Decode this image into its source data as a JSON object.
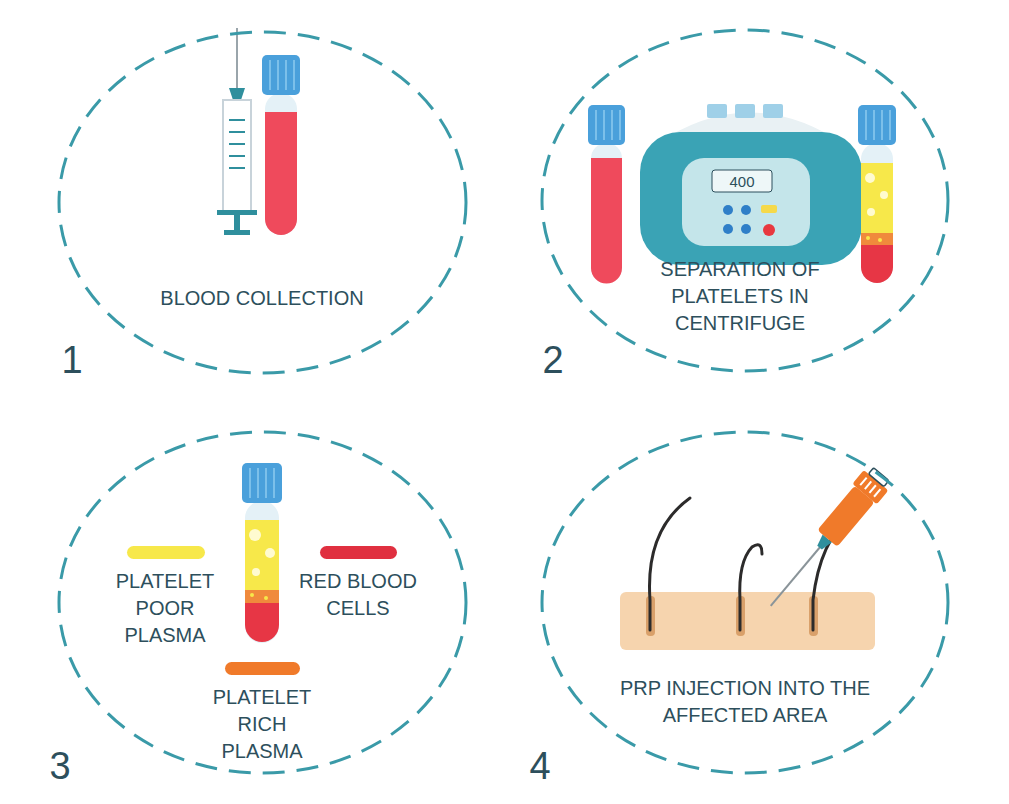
{
  "diagram": {
    "nodes": [
      {
        "text": [
          "BLOOD COLLECTION"
        ]
      },
      {
        "text": [
          "SEPARATION OF PLATELETS IN CENTRIFUGE"
        ]
      },
      {
        "text": []
      },
      {
        "text": [
          "PRP INJECTION INTO THE AFFECTED AREA"
        ]
      }
    ],
    "labels": [
      "1",
      "2",
      "3",
      "4",
      "400"
    ],
    "legend": [
      {
        "text": "PLATELET POOR PLASMA",
        "color": "#f7e84a"
      },
      {
        "text": "RED BLOOD CELLS",
        "color": "#e03040"
      },
      {
        "text": "PLATELET RICH PLASMA",
        "color": "#f07a2a"
      }
    ]
  }
}
